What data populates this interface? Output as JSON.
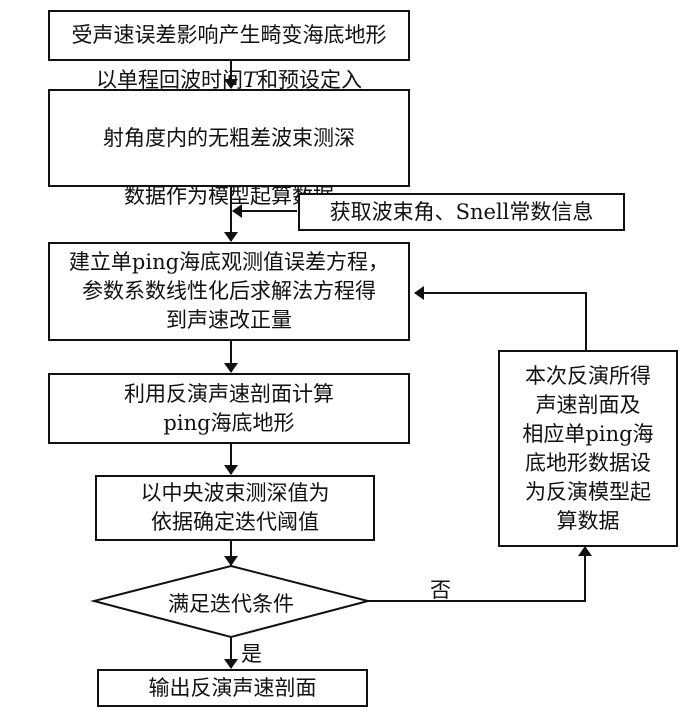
{
  "flowchart": {
    "nodes": {
      "start": {
        "text": "受声速误差影响产生畸变海底地形"
      },
      "init_data": {
        "line1_a": "以单程回波时间",
        "line1_var": "T",
        "line1_b": "和预设定入",
        "line2": "射角度内的无粗差波束测深",
        "line3": "数据作为模型起算数据"
      },
      "side_input": {
        "text": "获取波束角、Snell常数信息"
      },
      "equation": {
        "text": "建立单ping海底观测值误差方程，\n参数系数线性化后求解法方程得\n到声速改正量"
      },
      "compute_terrain": {
        "text": "利用反演声速剖面计算\nping海底地形"
      },
      "threshold": {
        "text": "以中央波束测深值为\n依据确定迭代阈值"
      },
      "decision": {
        "text": "满足迭代条件"
      },
      "output": {
        "text": "输出反演声速剖面"
      },
      "feedback": {
        "text": "本次反演所得\n声速剖面及\n相应单ping海\n底地形数据设\n为反演模型起\n算数据"
      }
    },
    "edge_labels": {
      "no": "否",
      "yes": "是"
    }
  }
}
